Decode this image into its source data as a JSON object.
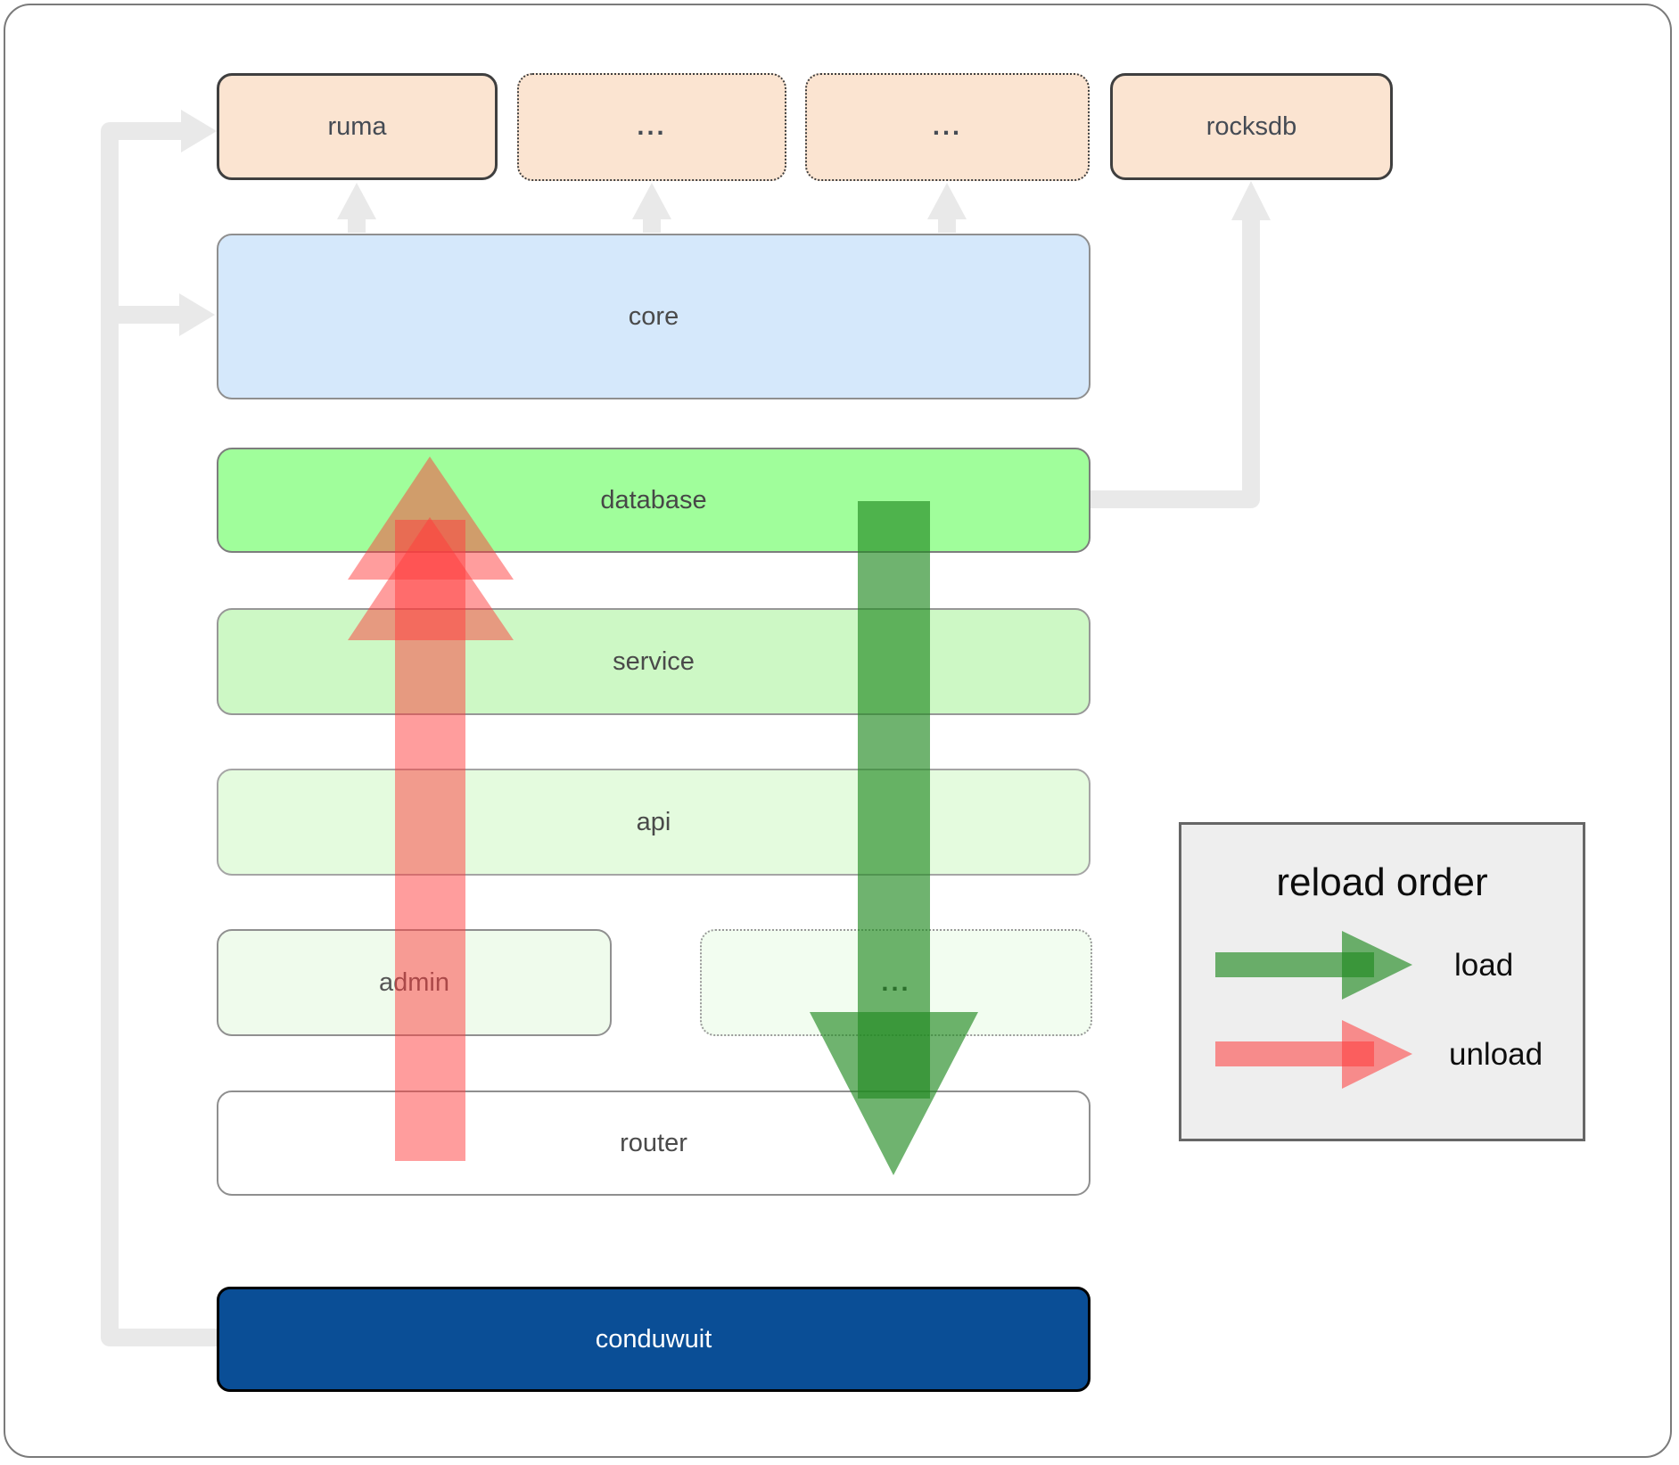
{
  "diagram": {
    "external_row": [
      {
        "id": "ruma",
        "label": "ruma",
        "border": "solid"
      },
      {
        "id": "ellipsis_1",
        "label": "...",
        "border": "dotted"
      },
      {
        "id": "ellipsis_2",
        "label": "...",
        "border": "dotted"
      },
      {
        "id": "rocksdb",
        "label": "rocksdb",
        "border": "solid"
      }
    ],
    "layers": [
      {
        "id": "core",
        "label": "core"
      },
      {
        "id": "database",
        "label": "database"
      },
      {
        "id": "service",
        "label": "service"
      },
      {
        "id": "api",
        "label": "api"
      }
    ],
    "admin_row": [
      {
        "id": "admin",
        "label": "admin"
      },
      {
        "id": "admin_ellipsis",
        "label": "..."
      }
    ],
    "router": {
      "label": "router"
    },
    "conduwuit": {
      "label": "conduwuit"
    }
  },
  "legend": {
    "title": "reload order",
    "items": [
      {
        "label": "load",
        "color": "#228b22"
      },
      {
        "label": "unload",
        "color": "#ff3b3b"
      }
    ]
  },
  "colors": {
    "external_fill": "#fbe4d1",
    "core_fill": "#d5e8fb",
    "database_fill": "#a0fe9b",
    "service_fill": "#cdf8c5",
    "api_fill": "#e4fbde",
    "admin_fill": "#effbec",
    "router_fill": "#ffffff",
    "conduwuit_fill": "#0a4e96",
    "connector_gray": "#e9e9e9",
    "load_arrow": "#228b22",
    "unload_arrow": "#ff3b3b",
    "legend_bg": "#eeeeee"
  }
}
